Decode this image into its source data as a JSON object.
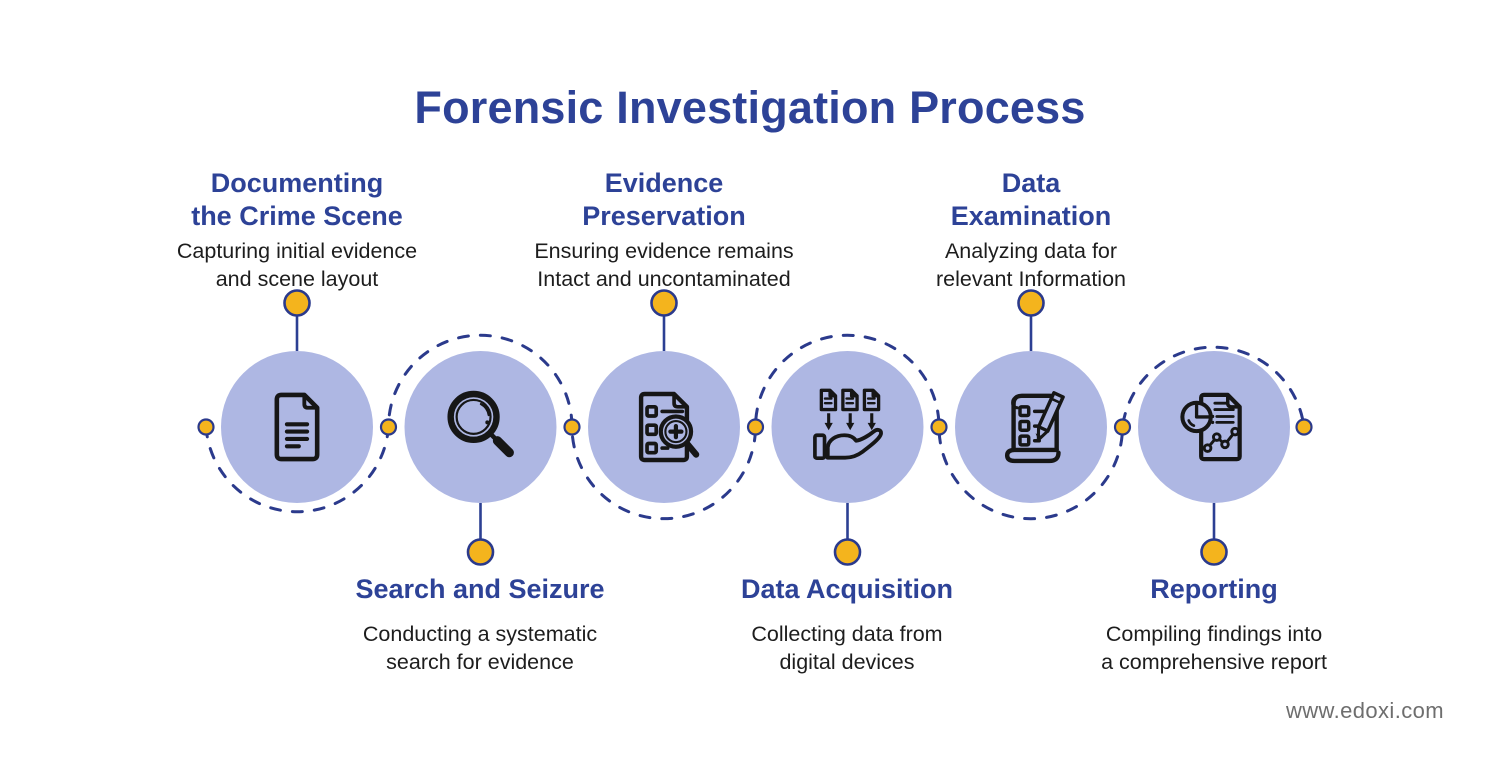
{
  "title": "Forensic Investigation Process",
  "footer_text": "www.edoxi.com",
  "colors": {
    "heading_blue": "#2d4297",
    "body_text": "#1d1d1d",
    "circle_fill": "#aeb7e3",
    "line_navy": "#2b3a8c",
    "dot_yellow": "#f4b41d",
    "icon_black": "#161616",
    "footer_gray": "#6e6e6e"
  },
  "steps": [
    {
      "name": "Documenting the Crime Scene",
      "title_lines": [
        "Documenting",
        "the Crime Scene"
      ],
      "desc_lines": [
        "Capturing initial evidence",
        "and scene layout"
      ],
      "icon": "document-icon",
      "label_position": "top"
    },
    {
      "name": "Search and Seizure",
      "title_lines": [
        "Search and Seizure"
      ],
      "desc_lines": [
        "Conducting a systematic",
        "search for evidence"
      ],
      "icon": "magnifying-glass-icon",
      "label_position": "bottom"
    },
    {
      "name": "Evidence Preservation",
      "title_lines": [
        "Evidence",
        "Preservation"
      ],
      "desc_lines": [
        "Ensuring evidence remains",
        "Intact and uncontaminated"
      ],
      "icon": "evidence-checklist-magnifier-icon",
      "label_position": "top"
    },
    {
      "name": "Data Acquisition",
      "title_lines": [
        "Data Acquisition"
      ],
      "desc_lines": [
        "Collecting data from",
        "digital devices"
      ],
      "icon": "hand-receiving-files-icon",
      "label_position": "bottom"
    },
    {
      "name": "Data Examination",
      "title_lines": [
        "Data",
        "Examination"
      ],
      "desc_lines": [
        "Analyzing data for",
        "relevant Information"
      ],
      "icon": "checklist-pencil-icon",
      "label_position": "top"
    },
    {
      "name": "Reporting",
      "title_lines": [
        "Reporting"
      ],
      "desc_lines": [
        "Compiling findings into",
        "a comprehensive report"
      ],
      "icon": "report-chart-icon",
      "label_position": "bottom"
    }
  ]
}
